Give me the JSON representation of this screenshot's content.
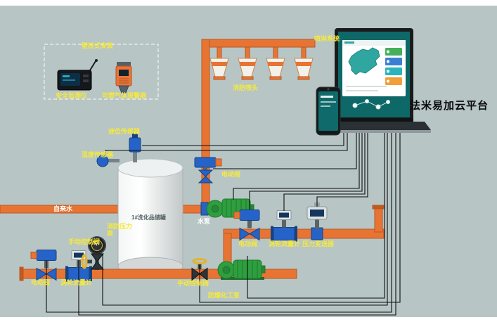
{
  "canvas": {
    "background": "#b7c5c5"
  },
  "platform": {
    "title": "法米易加云平台"
  },
  "wall_mount": {
    "title": "壁挂式安装",
    "safety_monitor": "安全监测仪",
    "gas_alarm": "可燃气体报警器"
  },
  "spray": {
    "system_label": "喷淋系统",
    "heads_label": "消防喷头"
  },
  "tank": {
    "label": "1#洗化品储罐"
  },
  "sensors": {
    "level": "液位传感器",
    "temperature": "温度传感器"
  },
  "pipes": {
    "tap_water": "自来水"
  },
  "pumps": {
    "water": "水泵",
    "explosion_proof": "防爆化工泵"
  },
  "valves": {
    "electric_top": "电动阀",
    "electric_mid": "电动阀",
    "electric_bottom": "电动阀",
    "manual_left": "手动控制阀",
    "manual_bottom": "手动控制阀"
  },
  "meters": {
    "turbine_mid": "涡轮流量计",
    "turbine_bottom": "涡轮流量计",
    "pressure_transmitter": "压力变送器",
    "fire_pressure_gauge": "消防压力表"
  },
  "colors": {
    "pipe_orange": "#e87434",
    "label_yellow": "#f6e93c",
    "pump_green": "#2f9e3f",
    "device_blue": "#2563c8",
    "screen_teal": "#0e6868"
  }
}
